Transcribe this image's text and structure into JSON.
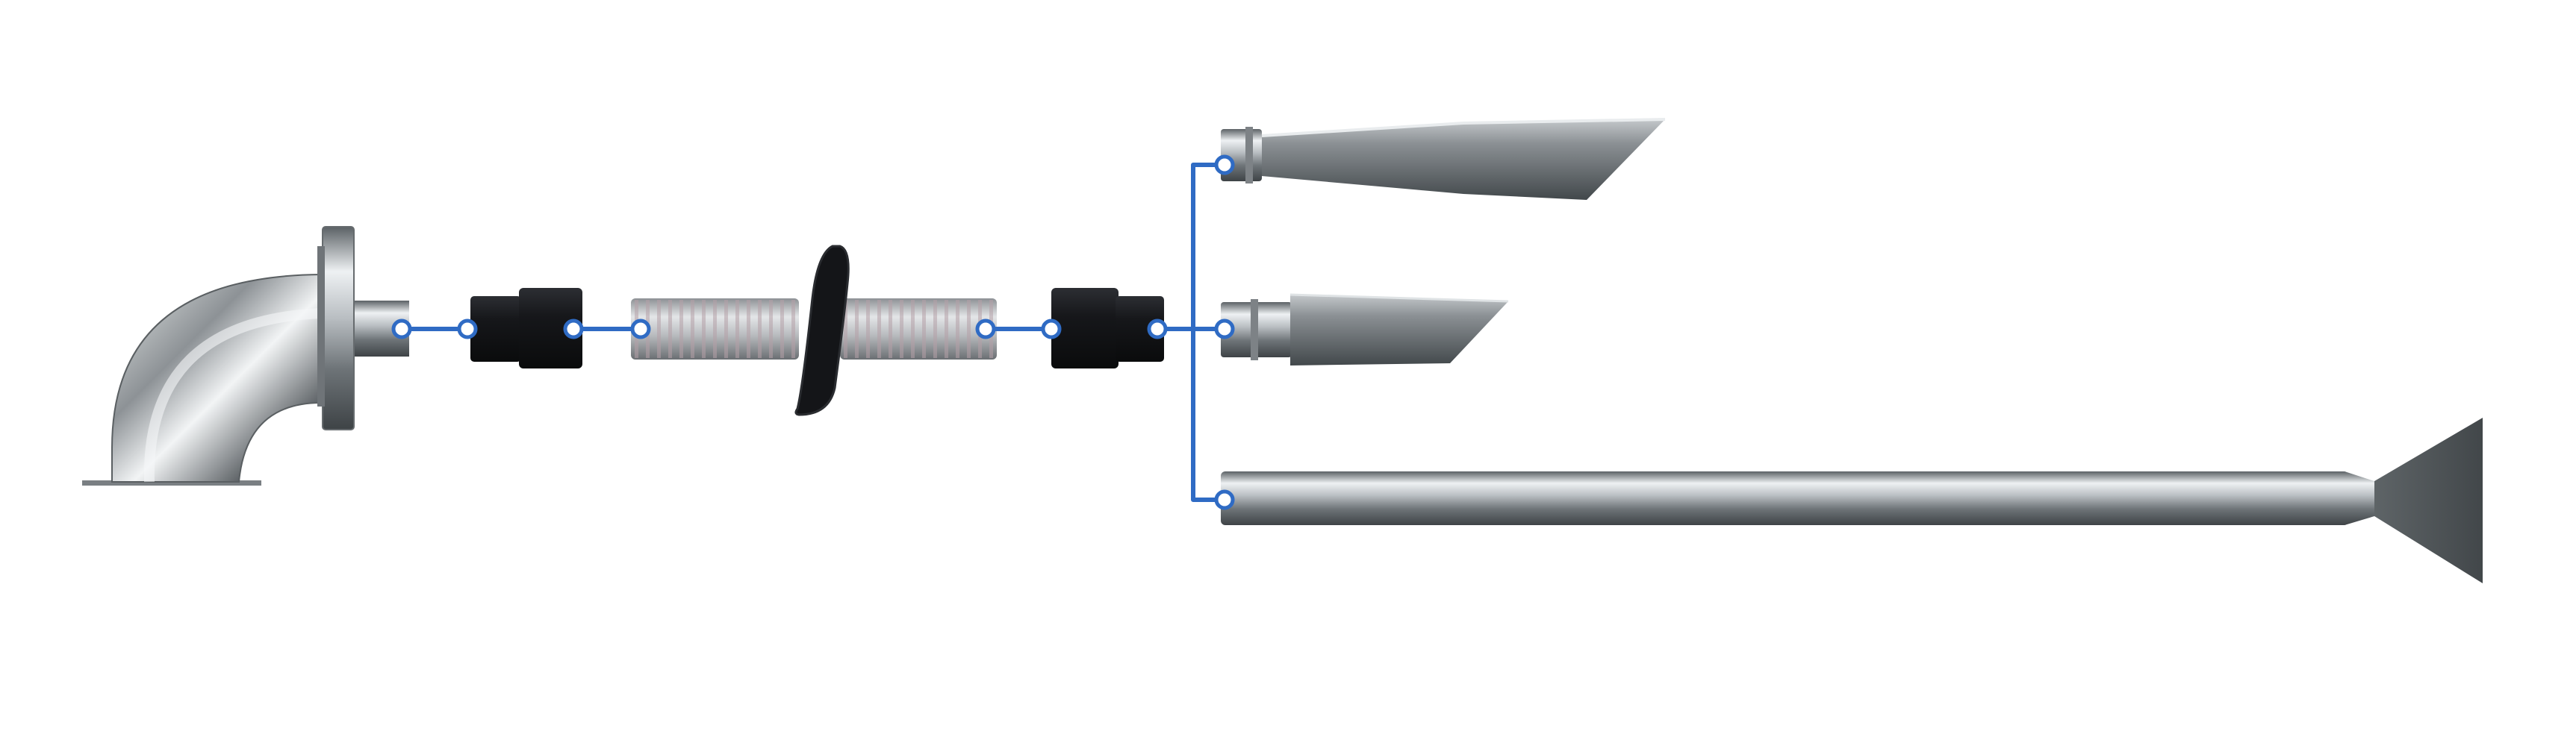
{
  "diagram": {
    "kind": "assembly-connection-diagram",
    "colors": {
      "connector": "#2f6bc4",
      "metal_light": "#eef1f3",
      "metal_mid": "#a6abaf",
      "metal_dark": "#4d5356",
      "rubber": "#141518",
      "hose_band": "#b4a0a8"
    },
    "components": [
      {
        "id": "elbow-flange",
        "name": "elbow-with-flange"
      },
      {
        "id": "coupler-1",
        "name": "rubber-coupler"
      },
      {
        "id": "hose",
        "name": "flexible-hose-with-break"
      },
      {
        "id": "coupler-2",
        "name": "rubber-coupler"
      },
      {
        "id": "nozzle-1",
        "name": "tapered-wedge-nozzle"
      },
      {
        "id": "nozzle-2",
        "name": "short-wedge-nozzle"
      },
      {
        "id": "nozzle-3",
        "name": "long-tube-fan-nozzle"
      }
    ],
    "connections": [
      [
        "elbow-flange",
        "coupler-1"
      ],
      [
        "coupler-1",
        "hose"
      ],
      [
        "hose",
        "coupler-2"
      ],
      [
        "coupler-2",
        "nozzle-1"
      ],
      [
        "coupler-2",
        "nozzle-2"
      ],
      [
        "coupler-2",
        "nozzle-3"
      ]
    ]
  }
}
